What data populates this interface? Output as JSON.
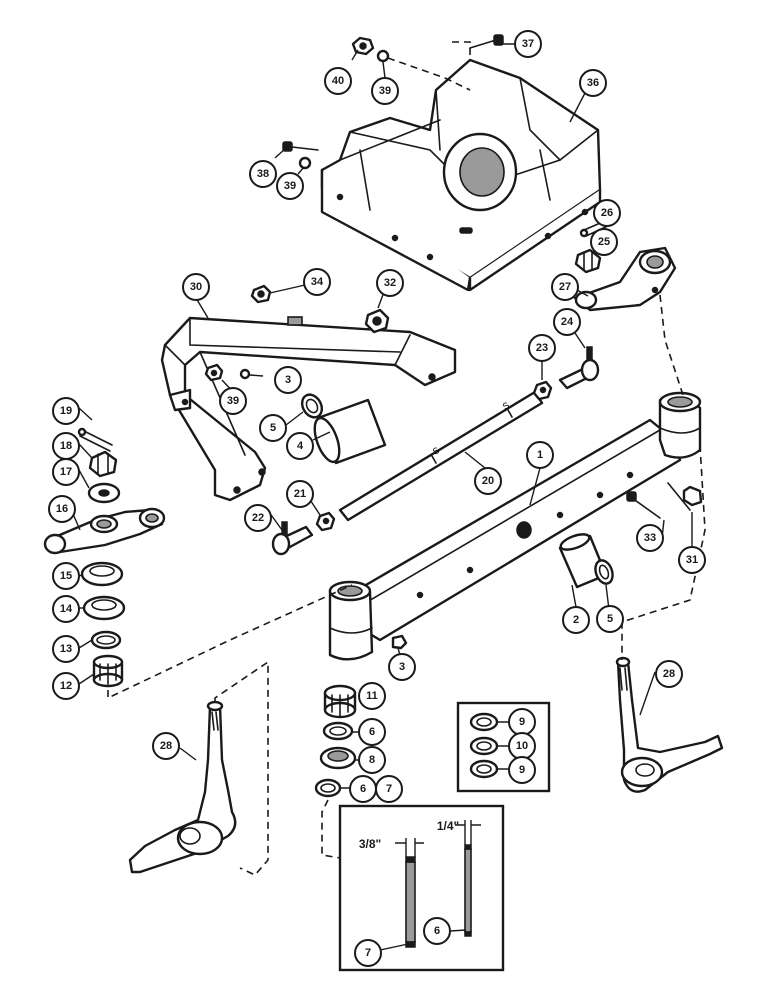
{
  "callouts": {
    "c1": "1",
    "c2": "2",
    "c3a": "3",
    "c3b": "3",
    "c4": "4",
    "c5a": "5",
    "c5b": "5",
    "c6a": "6",
    "c6b": "6",
    "c7a": "7",
    "c7b": "7",
    "c8": "8",
    "c9a": "9",
    "c9b": "9",
    "c10": "10",
    "c11": "11",
    "c12": "12",
    "c13": "13",
    "c14": "14",
    "c15": "15",
    "c16": "16",
    "c17": "17",
    "c18": "18",
    "c19": "19",
    "c20": "20",
    "c21": "21",
    "c22": "22",
    "c23": "23",
    "c24": "24",
    "c25": "25",
    "c26": "26",
    "c27": "27",
    "c28a": "28",
    "c28b": "28",
    "c30": "30",
    "c31": "31",
    "c32": "32",
    "c33": "33",
    "c34": "34",
    "c36": "36",
    "c37": "37",
    "c38": "38",
    "c39a": "39",
    "c39b": "39",
    "c39c": "39",
    "c40": "40"
  },
  "dimensions": {
    "washer7": "3/8\"",
    "washer6": "1/4\""
  }
}
